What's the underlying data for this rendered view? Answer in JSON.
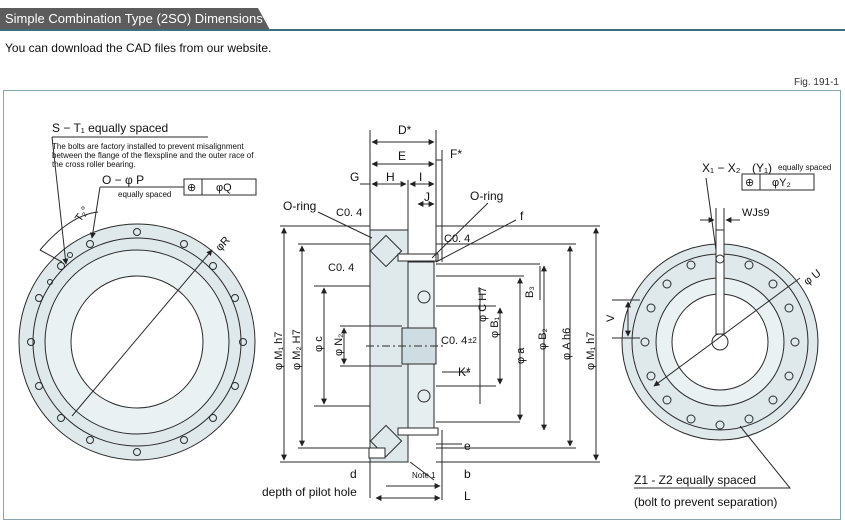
{
  "header": {
    "title": "Simple Combination Type (2SO) Dimensions",
    "intro": "You can download the CAD files from our website.",
    "figure_number": "Fig. 191-1"
  },
  "colors": {
    "header_bg": "#5c5c5c",
    "header_accent": "#3f6f7a",
    "part_fill": "#dfe9ec",
    "line": "#2a2a2a"
  },
  "left_view": {
    "st_label": "S − T₁  equally spaced",
    "note_line1": "The bolts are factory installed to prevent misalignment",
    "note_line2": "between the flange of the flexspline and the outer race of",
    "note_line3": "the cross roller bearing.",
    "op_label": "O − φ P",
    "op_spacing": "equally spaced",
    "tolerance_symbol": "⊕",
    "tolerance_value": "φQ",
    "t2_label": "T₂°",
    "r_label": "φR"
  },
  "section_view": {
    "d_star": "D*",
    "e": "E",
    "f_star": "F*",
    "g": "G",
    "h": "H",
    "i": "I",
    "j": "J",
    "oring_left": "O-ring",
    "oring_right": "O-ring",
    "f_small": "f",
    "c04_top": "C0. 4",
    "c04_left": "C0. 4",
    "c04_right": "C0. 4",
    "c04_center": "C0. 4",
    "pm2": "±2",
    "m1h7": "φ M₁ h7",
    "m2h7": "φ M₂ H7",
    "c": "φ c",
    "n2": "φ N₂",
    "b3": "B₃",
    "ch7": "φ C H7",
    "b1": "φ B₁",
    "b2": "φ B₂",
    "a": "φ a",
    "ah6": "φ A h6",
    "m1h7_right": "φ M₁ h7",
    "k_star": "K*",
    "e_small": "e",
    "d_small": "d",
    "note1": "Note 1",
    "b_small": "b",
    "l": "L",
    "pilot": "depth of pilot hole"
  },
  "right_view": {
    "x_label": "X₁ − X₂",
    "y_label": "(Y₁)",
    "y_spacing": "equally spaced",
    "tol_symbol": "⊕",
    "tol_value": "φY₂",
    "wjs9": "WJs9",
    "u": "φ U",
    "v": "V",
    "z_label": "Z1 - Z2 equally spaced",
    "z_note": "(bolt to prevent separation)"
  }
}
